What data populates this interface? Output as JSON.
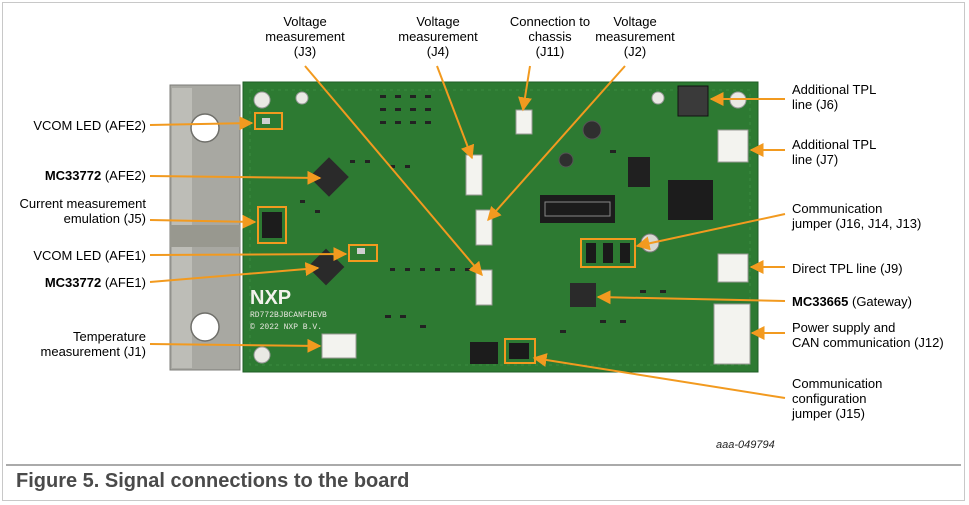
{
  "figure": {
    "title": "Figure 5.  Signal connections to the board",
    "ref_code": "aaa-049794"
  },
  "colors": {
    "pcb_green": "#2d7a32",
    "pcb_dark": "#1f5e25",
    "callout_orange": "#f29a1f",
    "busbar": "#a9a9a3",
    "silk": "#e8e8e0"
  },
  "board": {
    "logo": "NXP",
    "silk_model": "RD772BJBCANFDEVB",
    "silk_copyright": "© 2022 NXP B.V."
  },
  "labels": {
    "vcom_led_afe2": "VCOM LED (AFE2)",
    "mc33772_afe2_bold": "MC33772",
    "mc33772_afe2_rest": " (AFE2)",
    "current_measurement": "Current measurement\nemulation (J5)",
    "vcom_led_afe1": "VCOM LED (AFE1)",
    "mc33772_afe1_bold": "MC33772",
    "mc33772_afe1_rest": " (AFE1)",
    "temperature": "Temperature\nmeasurement (J1)",
    "voltage_j3": "Voltage\nmeasurement\n(J3)",
    "voltage_j4": "Voltage\nmeasurement\n(J4)",
    "connection_chassis": "Connection to\nchassis\n(J11)",
    "voltage_j2": "Voltage\nmeasurement\n(J2)",
    "additional_tpl_j6": "Additional TPL\nline (J6)",
    "additional_tpl_j7": "Additional TPL\nline (J7)",
    "comm_jumper": "Communication\njumper (J16, J14, J13)",
    "direct_tpl": "Direct TPL line (J9)",
    "mc33665_bold": "MC33665",
    "mc33665_rest": " (Gateway)",
    "power_supply": "Power supply and\nCAN communication (J12)",
    "comm_config": "Communication\nconfiguration\njumper (J15)"
  }
}
